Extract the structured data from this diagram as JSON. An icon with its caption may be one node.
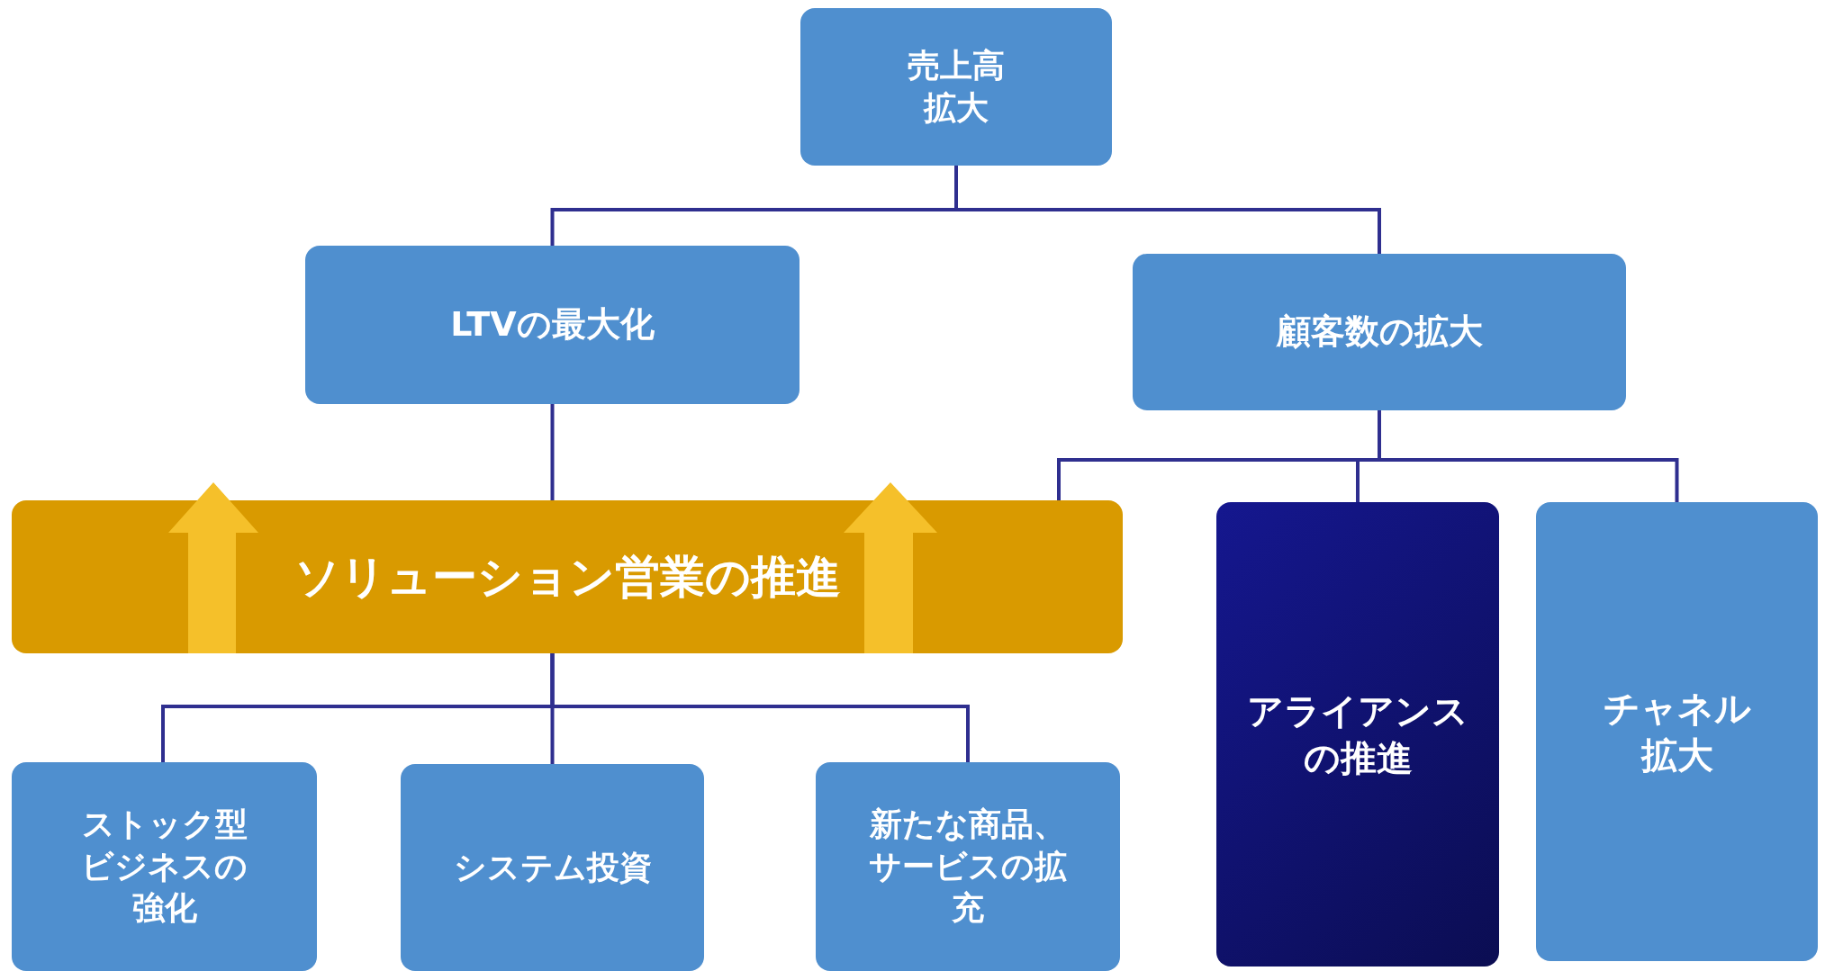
{
  "diagram": {
    "nodes": [
      {
        "text": [
          "売上高拡大"
        ]
      },
      {
        "text": [
          "LTVの最大化"
        ]
      },
      {
        "text": [
          "顧客数の拡大"
        ]
      },
      {
        "text": [
          "ソリューション営業の推進"
        ]
      },
      {
        "text": [
          "ストック型ビジネスの強化"
        ]
      },
      {
        "text": [
          "システム投資"
        ]
      },
      {
        "text": [
          "新たな商品、サービスの拡充"
        ]
      },
      {
        "text": [
          "アライアンスの推進"
        ]
      },
      {
        "text": [
          "チャネル拡大"
        ]
      }
    ],
    "edges": [
      {
        "from": 0,
        "to": 1,
        "arrow": "none"
      },
      {
        "from": 0,
        "to": 2,
        "arrow": "none"
      },
      {
        "from": 1,
        "to": 3,
        "arrow": "none"
      },
      {
        "from": 2,
        "to": 3,
        "arrow": "none"
      },
      {
        "from": 2,
        "to": 7,
        "arrow": "none"
      },
      {
        "from": 2,
        "to": 8,
        "arrow": "none"
      },
      {
        "from": 3,
        "to": 4,
        "arrow": "none"
      },
      {
        "from": 3,
        "to": 5,
        "arrow": "none"
      },
      {
        "from": 3,
        "to": 6,
        "arrow": "none"
      }
    ]
  }
}
